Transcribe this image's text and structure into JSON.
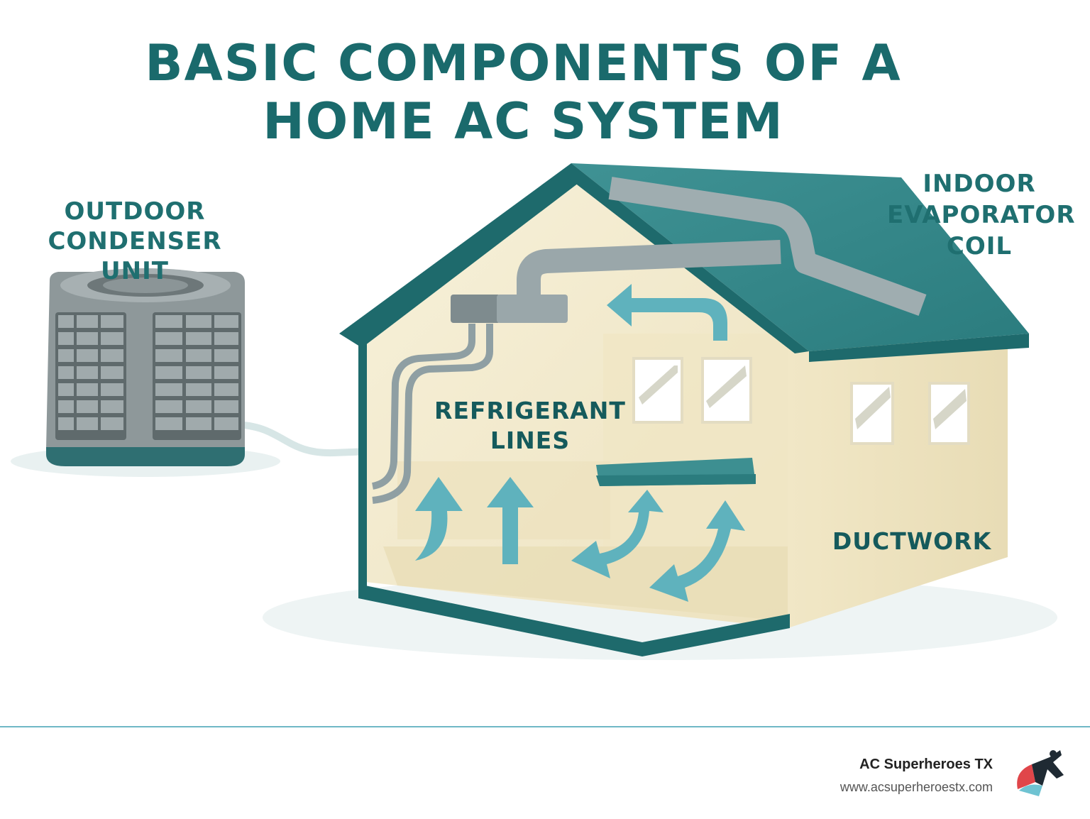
{
  "title": {
    "line1": "BASIC COMPONENTS OF A",
    "line2": "HOME AC SYSTEM"
  },
  "labels": {
    "outdoor": {
      "line1": "OUTDOOR",
      "line2": "CONDENSER UNIT"
    },
    "indoor": {
      "line1": "INDOOR",
      "line2": "EVAPORATOR",
      "line3": "COIL"
    },
    "refrigerant": {
      "line1": "REFRIGERANT",
      "line2": "LINES"
    },
    "ductwork": {
      "line1": "DUCTWORK"
    }
  },
  "footer": {
    "brand": "AC Superheroes TX",
    "url": "www.acsuperheroestx.com"
  },
  "colors": {
    "teal_dark": "#1a6a6c",
    "teal_roof": "#3d8f91",
    "arrow_teal": "#5fb2bd",
    "wall_cream": "#f3ebcf",
    "duct_gray": "#8f9fa3",
    "unit_gray": "#7c8587"
  },
  "icons": [
    "condenser-unit-icon",
    "house-icon",
    "airflow-arrow-icon",
    "superhero-logo-icon"
  ]
}
